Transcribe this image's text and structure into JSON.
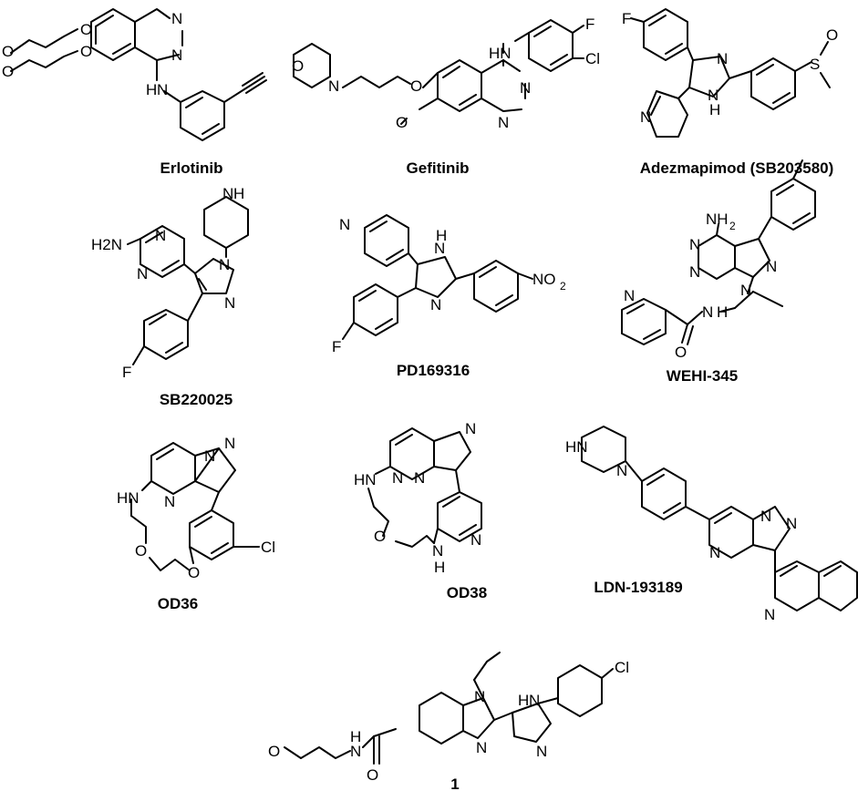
{
  "compounds": [
    {
      "name": "Erlotinib",
      "atoms": [
        "O",
        "O",
        "O",
        "O",
        "N",
        "N",
        "N",
        "H"
      ]
    },
    {
      "name": "Gefitinib",
      "atoms": [
        "O",
        "N",
        "O",
        "O",
        "HN",
        "N",
        "N",
        "F",
        "Cl"
      ]
    },
    {
      "name": "Adezmapimod (SB203580)",
      "atoms": [
        "F",
        "N",
        "N",
        "H",
        "N",
        "S",
        "O"
      ]
    },
    {
      "name": "SB220025",
      "atoms": [
        "H",
        "N",
        "H2N",
        "N",
        "N",
        "N",
        "N",
        "F"
      ]
    },
    {
      "name": "PD169316",
      "atoms": [
        "N",
        "N",
        "H",
        "N",
        "NO",
        "2",
        "F"
      ]
    },
    {
      "name": "WEHI-345",
      "atoms": [
        "NH",
        "2",
        "N",
        "N",
        "N",
        "N",
        "N",
        "N",
        "H",
        "O"
      ]
    },
    {
      "name": "OD36",
      "atoms": [
        "HN",
        "N",
        "N",
        "N",
        "O",
        "O",
        "Cl"
      ]
    },
    {
      "name": "OD38",
      "atoms": [
        "N",
        "HN",
        "N",
        "N",
        "O",
        "N",
        "N",
        "H"
      ]
    },
    {
      "name": "LDN-193189",
      "atoms": [
        "HN",
        "N",
        "N",
        "N",
        "N",
        "N"
      ]
    },
    {
      "name": "1",
      "atoms": [
        "O",
        "N",
        "H",
        "O",
        "N",
        "N",
        "N",
        "H",
        "N",
        "Cl"
      ]
    }
  ]
}
